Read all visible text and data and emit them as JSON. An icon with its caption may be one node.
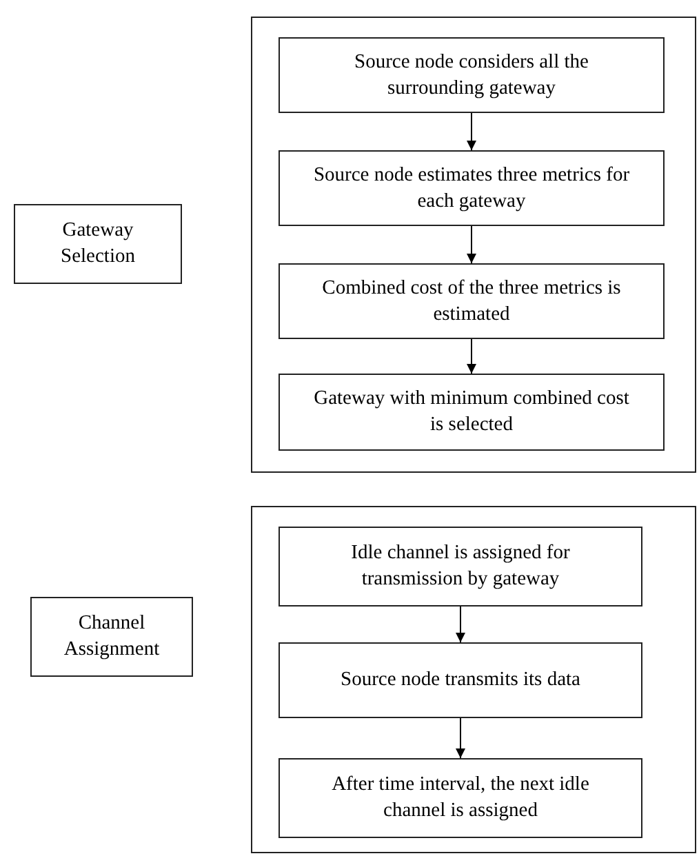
{
  "diagram": {
    "nodes": [
      {
        "text": [],
        "shape": "box"
      },
      {
        "text": [
          "Source node considers all the surrounding gateway"
        ],
        "in": 0
      },
      {
        "text": [
          "Source node estimates three metrics for each gateway"
        ],
        "in": 0
      },
      {
        "text": [
          "Combined cost of the three metrics is estimated"
        ],
        "in": 0
      },
      {
        "text": [
          "Gateway with minimum combined cost is selected"
        ],
        "in": 0
      },
      {
        "text": [
          "Gateway Selection"
        ]
      },
      {
        "text": [],
        "shape": "box"
      },
      {
        "text": [
          "Idle channel is assigned for transmission by gateway"
        ],
        "in": 6
      },
      {
        "text": [
          "Source node transmits its data"
        ],
        "in": 6
      },
      {
        "text": [
          "After time interval, the next idle channel is assigned"
        ],
        "in": 6
      },
      {
        "text": [
          "Channel Assignment"
        ]
      }
    ],
    "edges": [
      {
        "from": 1,
        "to": 2,
        "arrow": "to"
      },
      {
        "from": 2,
        "to": 3,
        "arrow": "to"
      },
      {
        "from": 3,
        "to": 4,
        "arrow": "to"
      },
      {
        "from": 7,
        "to": 8,
        "arrow": "to"
      },
      {
        "from": 8,
        "to": 9,
        "arrow": "to"
      }
    ]
  }
}
